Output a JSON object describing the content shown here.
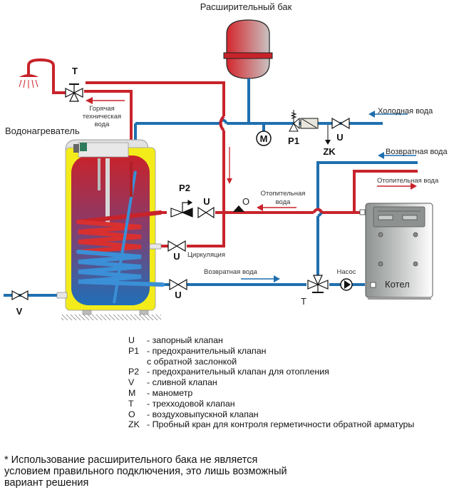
{
  "diagram": {
    "expansion_tank_label": "Расширительный бак",
    "water_heater_label": "Водонагреватель",
    "hot_water_label": [
      "Горячая",
      "техническая",
      "вода"
    ],
    "cold_water_label": "Холодная вода",
    "return_water_top_label": "Возвратная вода",
    "heating_water_right_label": "Отопительная вода",
    "heating_water_mid_label": [
      "Отопительная",
      "вода"
    ],
    "circulation_label": "Циркуляция",
    "return_water_bottom_label": "Возвратная вода",
    "pump_label": "Насос",
    "boiler_label": "Котел",
    "valve_codes": {
      "T_shower": "T",
      "P1": "P1",
      "U_cold": "U",
      "ZK": "ZK",
      "M": "M",
      "P2": "P2",
      "U_heat": "U",
      "O": "O",
      "U_circ": "U",
      "U_return": "U",
      "V": "V",
      "T_boiler": "T"
    },
    "colors": {
      "hot_pipe": "#c8232b",
      "cold_pipe": "#1f6fae",
      "tank_jacket": "#f3ec1a",
      "boiler_body": "#b9bdbb"
    }
  },
  "legend": [
    {
      "code": "U",
      "desc": "- запорный клапан"
    },
    {
      "code": "P1",
      "desc": "- предохранительный клапан",
      "cont": "с обратной заслонкой"
    },
    {
      "code": "P2",
      "desc": "- предохранительный клапан для отопления"
    },
    {
      "code": "V",
      "desc": "- сливной клапан"
    },
    {
      "code": "M",
      "desc": "- манометр"
    },
    {
      "code": "T",
      "desc": "- трехходовой клапан"
    },
    {
      "code": "O",
      "desc": "- воздуховыпускной клапан"
    },
    {
      "code": "ZK",
      "desc": "- Пробный кран для контроля герметичности обратной арматуры"
    }
  ],
  "footnote": [
    "* Использование расширительного бака не является",
    "условием правильного подключения, это лишь возможный",
    "вариант решения"
  ]
}
